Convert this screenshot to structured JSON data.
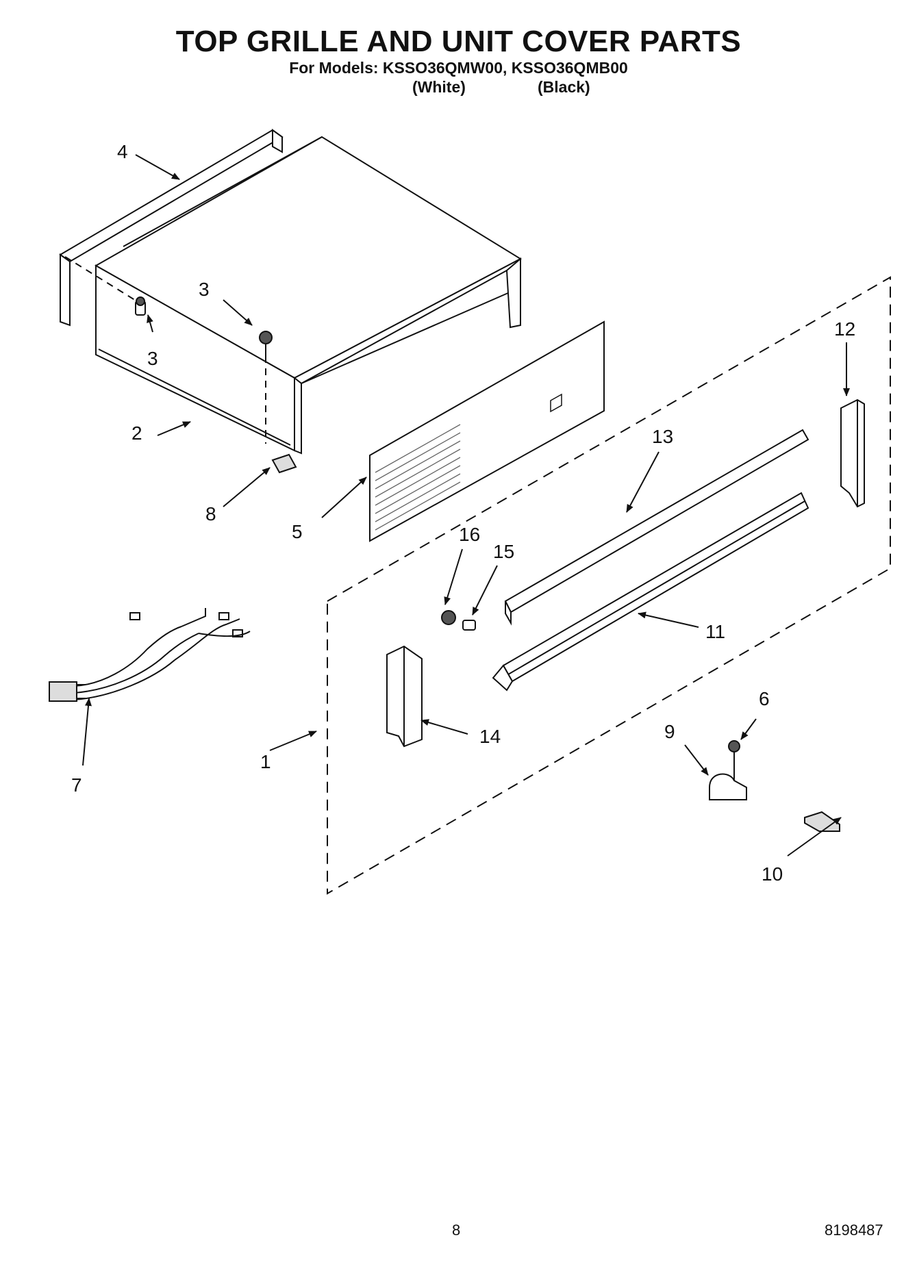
{
  "header": {
    "title": "TOP GRILLE AND UNIT COVER PARTS",
    "models_line": "For Models: KSSO36QMW00, KSSO36QMB00",
    "variant_white": "(White)",
    "variant_black": "(Black)"
  },
  "callouts": {
    "c1": "1",
    "c2": "2",
    "c3a": "3",
    "c3b": "3",
    "c4": "4",
    "c5": "5",
    "c6": "6",
    "c7": "7",
    "c8": "8",
    "c9": "9",
    "c10": "10",
    "c11": "11",
    "c12": "12",
    "c13": "13",
    "c14": "14",
    "c15": "15",
    "c16": "16"
  },
  "footer": {
    "page_number": "8",
    "document_number": "8198487"
  }
}
